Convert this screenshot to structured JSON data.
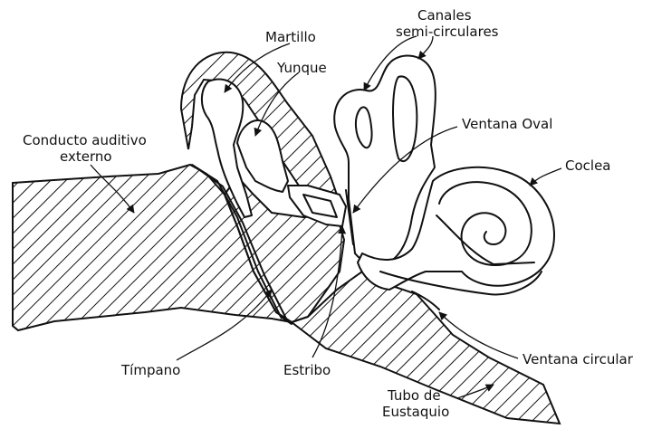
{
  "labels": {
    "martillo": "Martillo",
    "yunque": "Yunque",
    "canales_line1": "Canales",
    "canales_line2": "semi-circulares",
    "conducto_line1": "Conducto auditivo",
    "conducto_line2": "externo",
    "ventana_oval": "Ventana Oval",
    "coclea": "Coclea",
    "timpano": "Tímpano",
    "estribo": "Estribo",
    "ventana_circular": "Ventana circular",
    "tubo_line1": "Tubo de",
    "tubo_line2": "Eustaquio"
  },
  "colors": {
    "ink": "#111111",
    "background": "#ffffff"
  }
}
